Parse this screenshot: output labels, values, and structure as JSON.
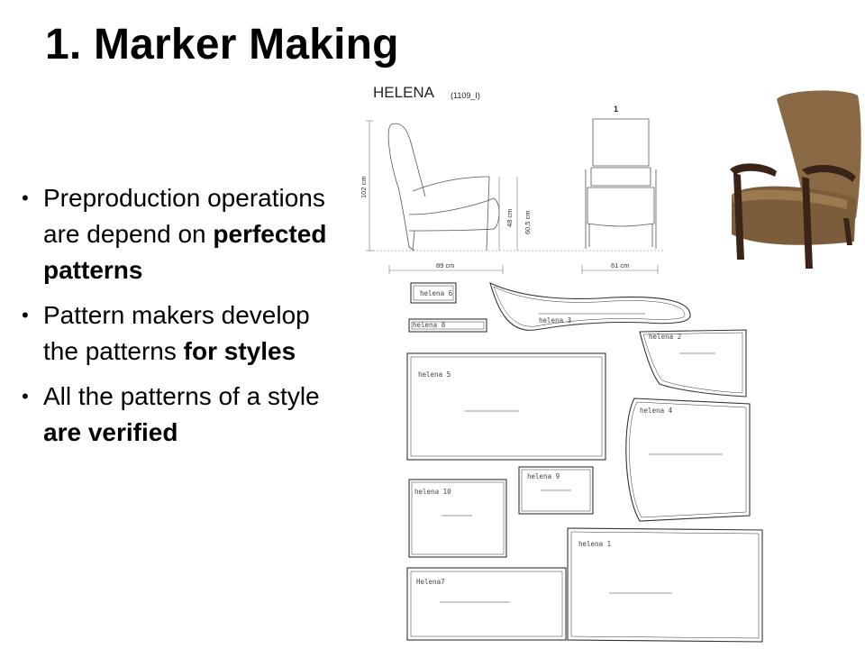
{
  "slide": {
    "title": "1. Marker Making",
    "bullets": [
      {
        "parts": [
          {
            "text": "Preproduction operations are depend on ",
            "bold": false
          },
          {
            "text": "perfected patterns",
            "bold": true
          }
        ]
      },
      {
        "parts": [
          {
            "text": "Pattern makers develop the patterns ",
            "bold": false
          },
          {
            "text": "for styles",
            "bold": true
          }
        ]
      },
      {
        "parts": [
          {
            "text": "All the patterns of a style ",
            "bold": false
          },
          {
            "text": "are verified",
            "bold": true
          }
        ]
      }
    ]
  },
  "drawing": {
    "model_name": "HELENA",
    "model_code": "(1109_I)",
    "view_number": "1",
    "height_total": "102 cm",
    "seat_height": "48 cm",
    "arm_height": "60,5 cm",
    "depth": "89 cm",
    "width": "61 cm"
  },
  "patterns": {
    "labels": [
      "helena 6",
      "helena 8",
      "helena 3",
      "helena 2",
      "helena 5",
      "helena 4",
      "helena 9",
      "helena 10",
      "helena 1",
      "Helena7"
    ]
  },
  "colors": {
    "upholstery": "#8a6a44",
    "upholstery_dark": "#6d5234",
    "wood": "#3a2418",
    "line": "#333333"
  }
}
